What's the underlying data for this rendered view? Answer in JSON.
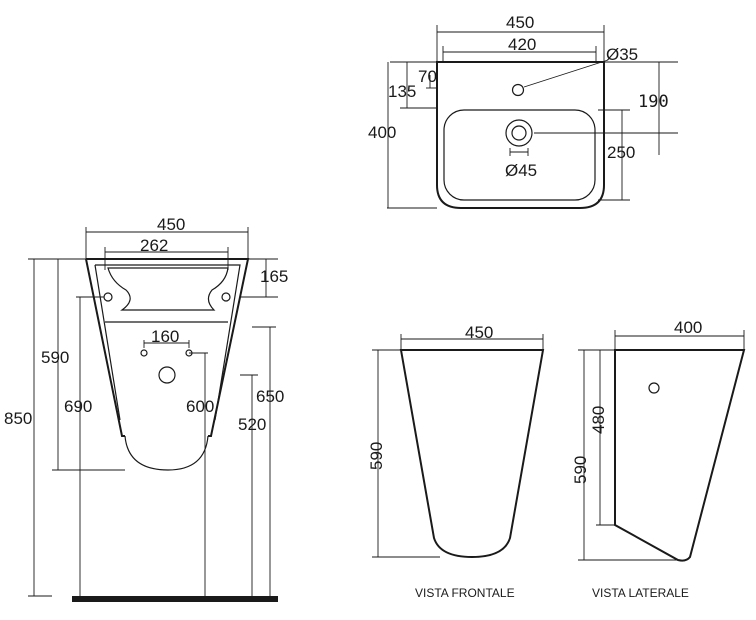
{
  "top_view": {
    "width_outer": "450",
    "width_inner": "420",
    "hole_top_dia": "Ø35",
    "offset_70": "70",
    "offset_135": "135",
    "depth": "400",
    "dist_190": "190",
    "bowl_250": "250",
    "drain_dia": "Ø45"
  },
  "left_view": {
    "width_outer": "450",
    "width_inner": "262",
    "rim_165": "165",
    "spacing_160": "160",
    "height_590": "590",
    "height_690": "690",
    "height_850": "850",
    "height_600": "600",
    "height_650": "650",
    "height_520": "520"
  },
  "front_view": {
    "width": "450",
    "height": "590",
    "caption": "VISTA FRONTALE"
  },
  "side_view": {
    "width": "400",
    "height_480": "480",
    "height_590": "590",
    "caption": "VISTA LATERALE"
  }
}
